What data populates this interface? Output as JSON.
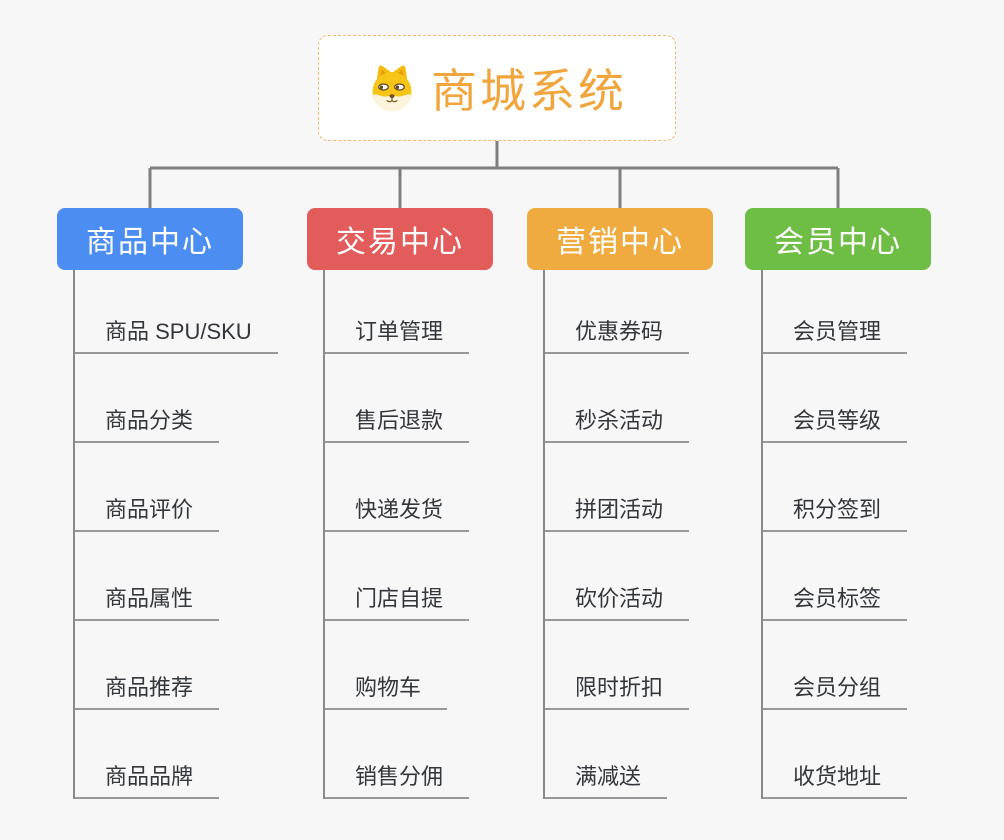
{
  "canvas": {
    "background": "#f7f7f7",
    "connector_color": "#7f7f7f",
    "underline_color": "#989898"
  },
  "root": {
    "title": "商城系统",
    "icon": "dog-face-icon",
    "title_color": "#f0a63c",
    "border_color": "#f3b76b"
  },
  "branches": [
    {
      "label": "商品中心",
      "color": "#4c8df2",
      "items": [
        "商品 SPU/SKU",
        "商品分类",
        "商品评价",
        "商品属性",
        "商品推荐",
        "商品品牌"
      ]
    },
    {
      "label": "交易中心",
      "color": "#e25c5c",
      "items": [
        "订单管理",
        "售后退款",
        "快递发货",
        "门店自提",
        "购物车",
        "销售分佣"
      ]
    },
    {
      "label": "营销中心",
      "color": "#efab3f",
      "items": [
        "优惠券码",
        "秒杀活动",
        "拼团活动",
        "砍价活动",
        "限时折扣",
        "满减送"
      ]
    },
    {
      "label": "会员中心",
      "color": "#6ebe45",
      "items": [
        "会员管理",
        "会员等级",
        "积分签到",
        "会员标签",
        "会员分组",
        "收货地址"
      ]
    }
  ]
}
